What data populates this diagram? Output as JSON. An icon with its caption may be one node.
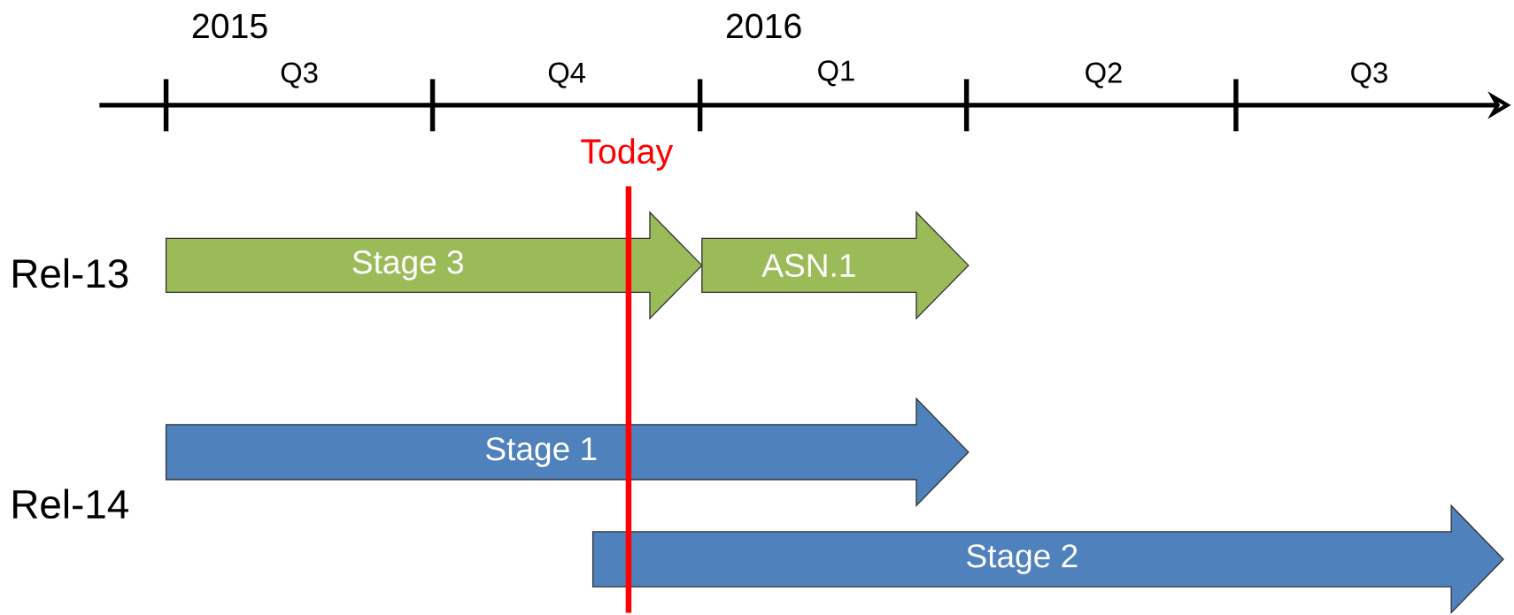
{
  "diagram": {
    "nodes": [
      {
        "text": [
          "Stage 3"
        ]
      },
      {
        "text": [
          "ASN.1"
        ]
      },
      {
        "text": [
          "Stage 1"
        ]
      },
      {
        "text": [
          "Stage 2"
        ]
      }
    ],
    "labels": [
      "2015",
      "2016",
      "Q3",
      "Q4",
      "Q1",
      "Q2",
      "Q3",
      "Today",
      "Rel-13",
      "Rel-14"
    ]
  }
}
